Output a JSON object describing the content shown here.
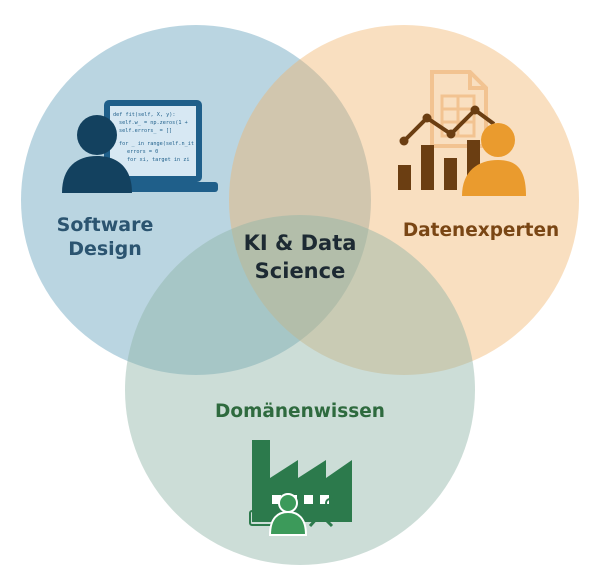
{
  "circles": [
    {
      "id": "software",
      "label_line1": "Software",
      "label_line2": "Design",
      "fill": "#5b9ab8",
      "text_color": "#2b5470",
      "icon": "developer-laptop-icon"
    },
    {
      "id": "daten",
      "label": "Datenexperten",
      "fill": "#f0b36a",
      "text_color": "#7a4614",
      "icon": "data-analyst-chart-icon"
    },
    {
      "id": "domain",
      "label": "Domänenwissen",
      "fill": "#8fb3a6",
      "text_color": "#2e6a3e",
      "icon": "factory-worker-icon"
    }
  ],
  "center": {
    "label_line1": "KI & Data",
    "label_line2": "Science"
  },
  "code_lines": [
    "def fit(self, X, y):",
    "self.w_ = np.zeros(1 +",
    "self.errors_ = []",
    "for _ in range(self.n_it",
    "errors = 0",
    "for xi, target in zi"
  ]
}
